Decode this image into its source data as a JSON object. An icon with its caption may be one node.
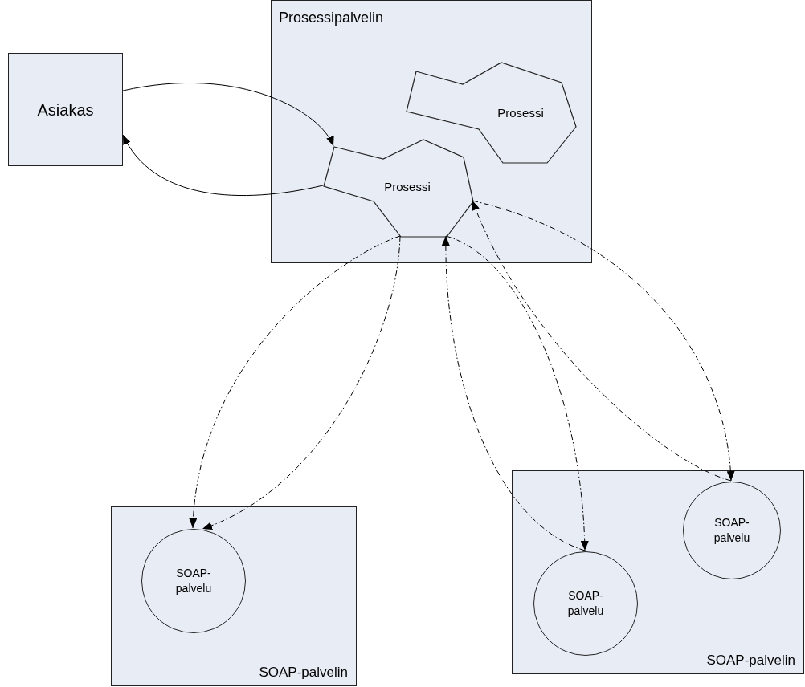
{
  "diagram": {
    "nodes": [
      {
        "text": [
          "Asiakas"
        ]
      },
      {
        "text": [
          "Prosessipalvelin"
        ]
      },
      {
        "text": [
          "Prosessi"
        ],
        "in": 1
      },
      {
        "text": [
          "Prosessi"
        ],
        "in": 1
      },
      {
        "text": [
          "SOAP-palvelin"
        ]
      },
      {
        "text": [
          "SOAP-palvelu"
        ],
        "in": 4
      },
      {
        "text": [
          "SOAP-palvelin"
        ]
      },
      {
        "text": [
          "SOAP-palvelu"
        ],
        "in": 6
      },
      {
        "text": [
          "SOAP-palvelu"
        ],
        "in": 6
      }
    ],
    "edges": [
      {
        "from": 0,
        "to": 3,
        "arrow": "to"
      },
      {
        "from": 3,
        "to": 0,
        "arrow": "to"
      },
      {
        "from": 3,
        "to": 5,
        "arrow": "to",
        "style": "dashed"
      },
      {
        "from": 3,
        "to": 5,
        "arrow": "to",
        "style": "dashed"
      },
      {
        "from": 3,
        "to": 7,
        "arrow": "to",
        "style": "dashed"
      },
      {
        "from": 7,
        "to": 3,
        "arrow": "to",
        "style": "dashed"
      },
      {
        "from": 3,
        "to": 8,
        "arrow": "to",
        "style": "dashed"
      },
      {
        "from": 8,
        "to": 3,
        "arrow": "to",
        "style": "dashed"
      }
    ]
  }
}
